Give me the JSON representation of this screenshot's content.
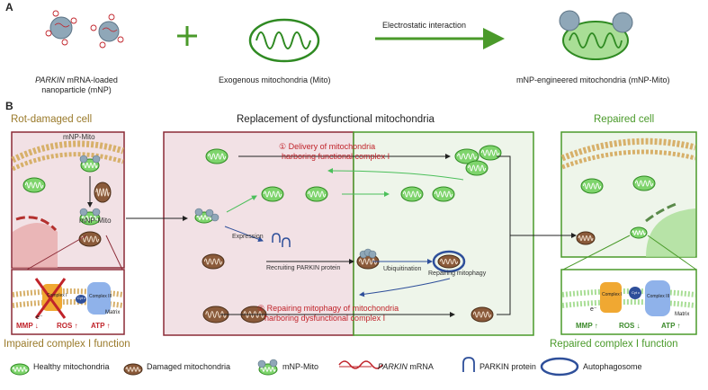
{
  "panels": {
    "a": "A",
    "b": "B"
  },
  "section_a": {
    "mnp_label_italic": "PARKIN",
    "mnp_label_line1_rest": " mRNA-loaded",
    "mnp_label_line2": "nanoparticle (mNP)",
    "mito_label": "Exogenous mitochondria (Mito)",
    "arrow_label": "Electrostatic interaction",
    "product_label": "mNP-engineered mitochondria (mNP-Mito)"
  },
  "section_b": {
    "left_title": "Rot-damaged cell",
    "center_title": "Replacement of dysfunctional mitochondria",
    "right_title": "Repaired cell",
    "mnp_mito_label": "mNP-Mito",
    "delivery_line1": "① Delivery of mitochondria",
    "delivery_line2": "harboring functional complex I",
    "expression_label": "Expression",
    "recruiting_label": "Recruiting PARKIN protein",
    "ubiquitination_label": "Ubiquitination",
    "repairing_mitophagy_label": "Repairing mitophagy",
    "repair_line1": "② Repairing mitophagy of mitochondria",
    "repair_line2": "harboring dysfunctional complex I",
    "impaired_label": "Impaired complex I function",
    "repaired_label": "Repaired complex I function",
    "inset_left": {
      "complex_i": "Complex I",
      "complex_iii": "Complex III",
      "matrix": "Matrix",
      "electron": "e⁻",
      "mmp": "MMP",
      "ros": "ROS",
      "atp": "ATP"
    },
    "inset_right": {
      "complex_i": "Complex I",
      "complex_iii": "Complex III",
      "matrix": "Matrix",
      "electron": "e⁻",
      "mmp": "MMP",
      "ros": "ROS",
      "atp": "ATP"
    },
    "cytc": "Cyt c"
  },
  "legend": {
    "healthy": "Healthy mitochondria",
    "damaged": "Damaged mitochondria",
    "mnp_mito": "mNP-Mito",
    "parkin_mrna_italic": "PARKIN",
    "parkin_mrna_rest": " mRNA",
    "parkin_protein": "PARKIN protein",
    "autophagosome": "Autophagosome"
  },
  "colors": {
    "healthy_fill": "#7ed46c",
    "healthy_stroke": "#2f8a22",
    "damaged_fill": "#8a5a3a",
    "red": "#c0232a",
    "green": "#4a9a2a",
    "blue": "#2e4f9a",
    "left_bg": "#f3e3e6",
    "right_bg": "#eef5ea",
    "gold": "#9a7a2a"
  }
}
